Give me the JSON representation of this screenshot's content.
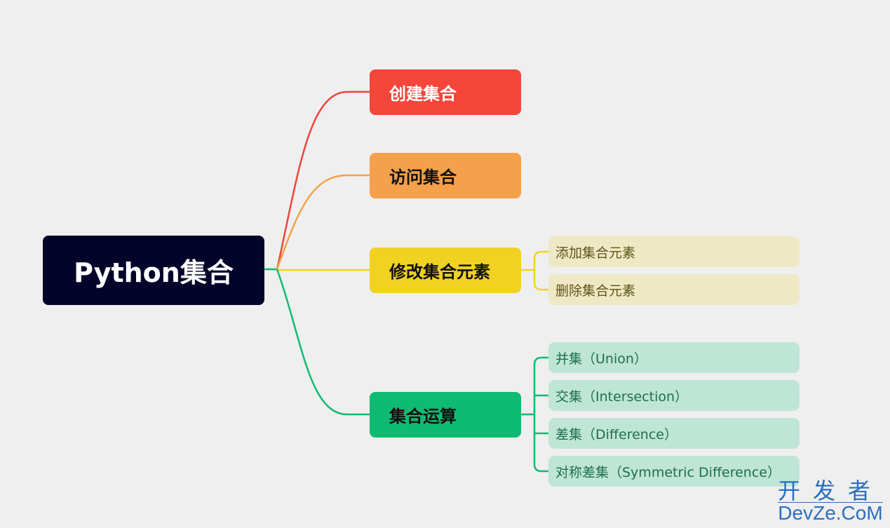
{
  "root": {
    "label": "Python集合"
  },
  "branches": [
    {
      "label": "创建集合",
      "color": "#f4463b"
    },
    {
      "label": "访问集合",
      "color": "#f5a04a"
    },
    {
      "label": "修改集合元素",
      "color": "#f1d223",
      "children": [
        "添加集合元素",
        "删除集合元素"
      ]
    },
    {
      "label": "集合运算",
      "color": "#0fbb73",
      "children": [
        "并集（Union）",
        "交集（Intersection）",
        "差集（Difference）",
        "对称差集（Symmetric Difference）"
      ]
    }
  ],
  "watermark": {
    "line1": "开发者",
    "line2": "DevZe.CoM"
  }
}
